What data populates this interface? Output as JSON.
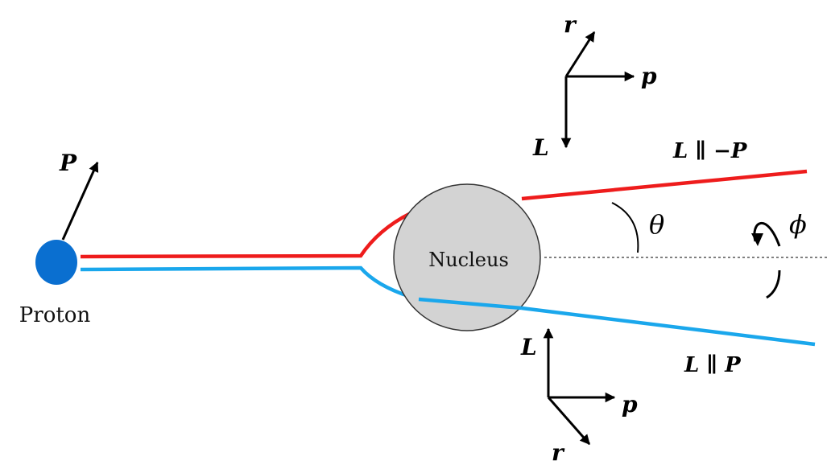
{
  "labels": {
    "proton": "Proton",
    "nucleus": "Nucleus",
    "polarization": "P",
    "theta": "θ",
    "phi": "ϕ",
    "upper_track": "L ∥ −P",
    "lower_track": "L ∥ P",
    "upper_frame": {
      "r": "r",
      "p": "p",
      "L": "L"
    },
    "lower_frame": {
      "r": "r",
      "p": "p",
      "L": "L"
    }
  },
  "colors": {
    "proton": "#0a6fd0",
    "upper_track": "#ee1c1c",
    "lower_track": "#1aa7ec",
    "nucleus_fill": "#d3d3d3",
    "nucleus_stroke": "#333333",
    "arrow": "#000000"
  }
}
